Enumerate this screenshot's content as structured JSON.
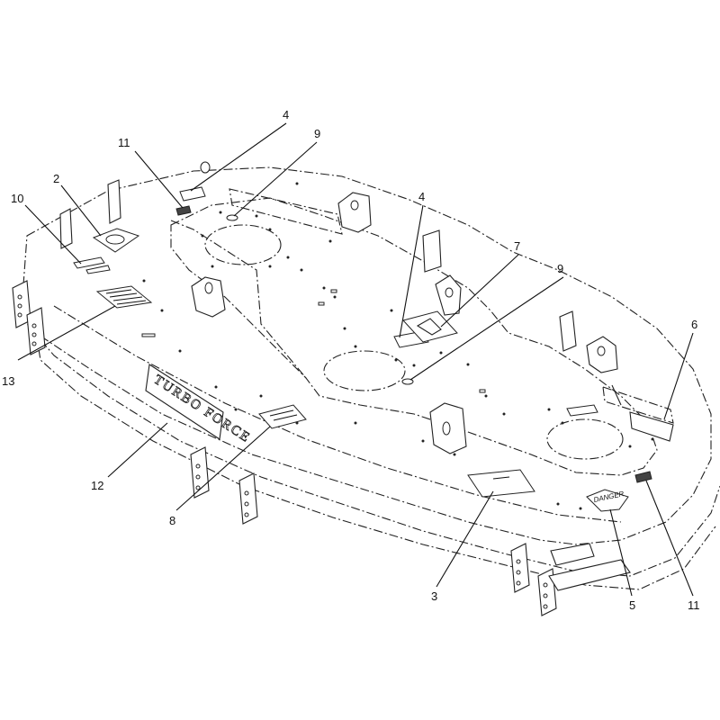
{
  "brand_text": "TURBO FORCE",
  "decal_danger_label": "DANGER",
  "callouts": [
    {
      "id": "c-4-top",
      "label": "4"
    },
    {
      "id": "c-9-top",
      "label": "9"
    },
    {
      "id": "c-11-top",
      "label": "11"
    },
    {
      "id": "c-2",
      "label": "2"
    },
    {
      "id": "c-10",
      "label": "10"
    },
    {
      "id": "c-13",
      "label": "13"
    },
    {
      "id": "c-12",
      "label": "12"
    },
    {
      "id": "c-8",
      "label": "8"
    },
    {
      "id": "c-4-mid",
      "label": "4"
    },
    {
      "id": "c-7",
      "label": "7"
    },
    {
      "id": "c-9-mid",
      "label": "9"
    },
    {
      "id": "c-6",
      "label": "6"
    },
    {
      "id": "c-3",
      "label": "3"
    },
    {
      "id": "c-5",
      "label": "5"
    },
    {
      "id": "c-11-bottom",
      "label": "11"
    }
  ]
}
